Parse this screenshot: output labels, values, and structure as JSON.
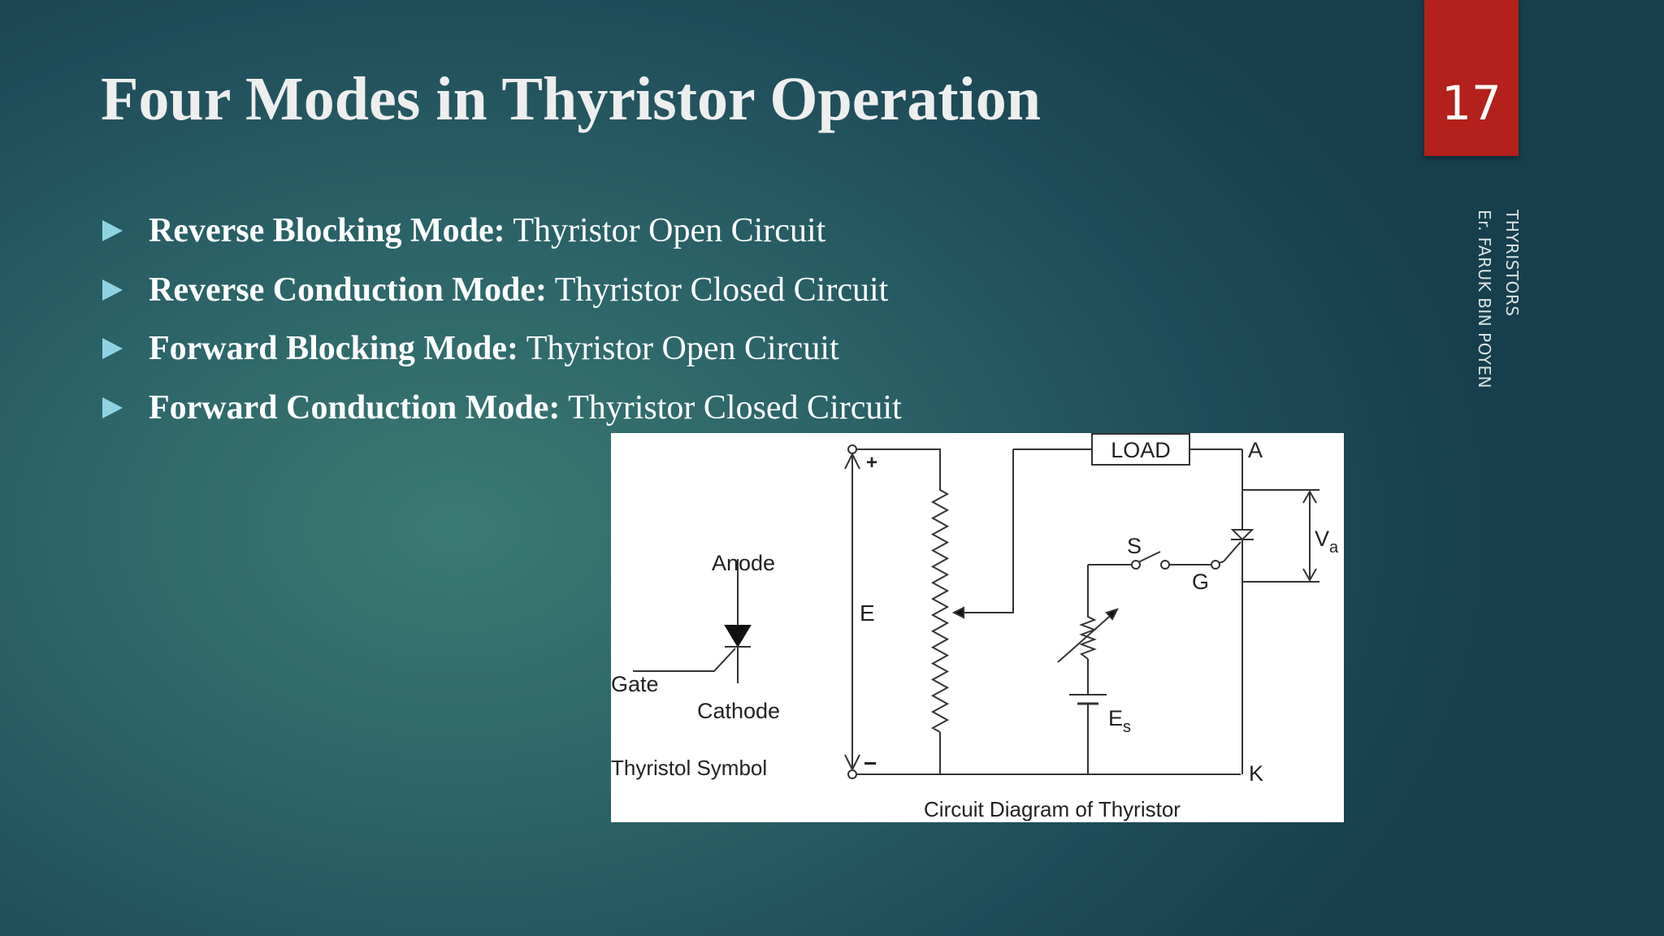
{
  "slide": {
    "title": "Four Modes in Thyristor Operation",
    "page_number": "17",
    "side_title": "THYRISTORS",
    "side_author": "Er. FARUK BIN POYEN",
    "accent_color": "#b4201b",
    "bullet_color": "#8fd3e2"
  },
  "bullets": [
    {
      "term": "Reverse Blocking Mode:",
      "desc": "Thyristor Open Circuit"
    },
    {
      "term": "Reverse Conduction Mode:",
      "desc": "Thyristor Closed Circuit"
    },
    {
      "term": "Forward Blocking Mode:",
      "desc": "Thyristor Open Circuit"
    },
    {
      "term": "Forward Conduction Mode:",
      "desc": "Thyristor Closed Circuit"
    }
  ],
  "figure": {
    "symbol": {
      "anode": "Anode",
      "gate": "Gate",
      "cathode": "Cathode",
      "caption": "Thyristol Symbol"
    },
    "circuit": {
      "plus": "+",
      "minus": "−",
      "E": "E",
      "load": "LOAD",
      "A": "A",
      "K": "K",
      "S": "S",
      "G": "G",
      "Es": "E",
      "Es_sub": "s",
      "Va": "V",
      "Va_sub": "a",
      "caption": "Circuit Diagram of Thyristor"
    }
  }
}
